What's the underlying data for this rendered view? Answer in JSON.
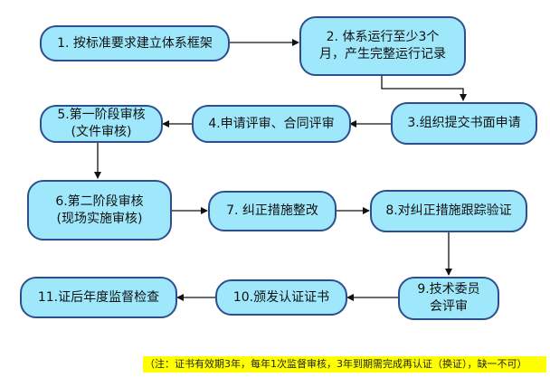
{
  "steps": [
    {
      "id": "s1",
      "label": "1. 按标准要求建立体系框架"
    },
    {
      "id": "s2",
      "label": "2. 体系运行至少3个\n月，产生完整运行记录"
    },
    {
      "id": "s3",
      "label": "3.组织提交书面申请"
    },
    {
      "id": "s4",
      "label": "4.申请评审、合同评审"
    },
    {
      "id": "s5",
      "label": "5.第一阶段审核\n(文件审核)"
    },
    {
      "id": "s6",
      "label": "6.第二阶段审核\n(现场实施审核)"
    },
    {
      "id": "s7",
      "label": "7. 纠正措施整改"
    },
    {
      "id": "s8",
      "label": "8.对纠正措施跟踪验证"
    },
    {
      "id": "s9",
      "label": "9.技术委员\n会评审"
    },
    {
      "id": "s10",
      "label": "10.颁发认证证书"
    },
    {
      "id": "s11",
      "label": "11.证后年度监督检查"
    }
  ],
  "note": "（注：证书有效期3年，每年1次监督审核，3年到期需完成再认证（换证），缺一不可）",
  "colors": {
    "node_fill": "#9fe8fb",
    "node_border": "#2d4f8e",
    "arrow": "#111111",
    "note_highlight": "#ffff00"
  }
}
